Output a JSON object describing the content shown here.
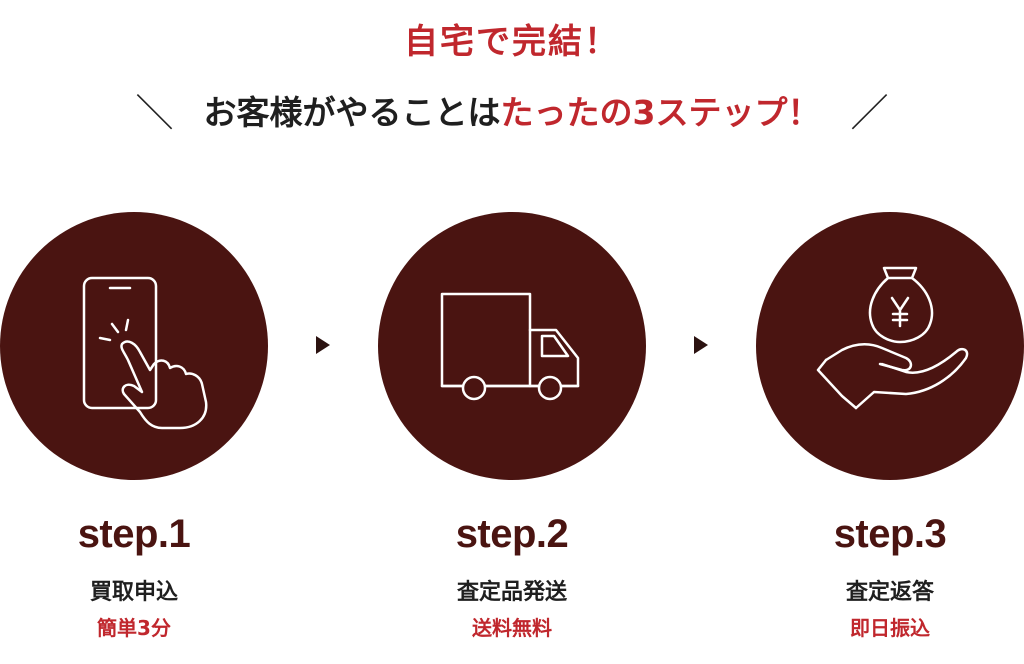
{
  "header": {
    "headline": "自宅で完結！",
    "sub_prefix": "お客様がやることは",
    "sub_accent": "たったの3ステップ！",
    "slash_left": "＼",
    "slash_right": "／"
  },
  "colors": {
    "accent": "#c0272d",
    "circle": "#4a1411",
    "text": "#1f1f1f"
  },
  "steps": [
    {
      "title": "step.1",
      "name": "買取申込",
      "note": "簡単3分",
      "icon": "smartphone-tap-icon"
    },
    {
      "title": "step.2",
      "name": "査定品発送",
      "note": "送料無料",
      "icon": "delivery-truck-icon"
    },
    {
      "title": "step.3",
      "name": "査定返答",
      "note": "即日振込",
      "icon": "yen-money-bag-hand-icon"
    }
  ]
}
